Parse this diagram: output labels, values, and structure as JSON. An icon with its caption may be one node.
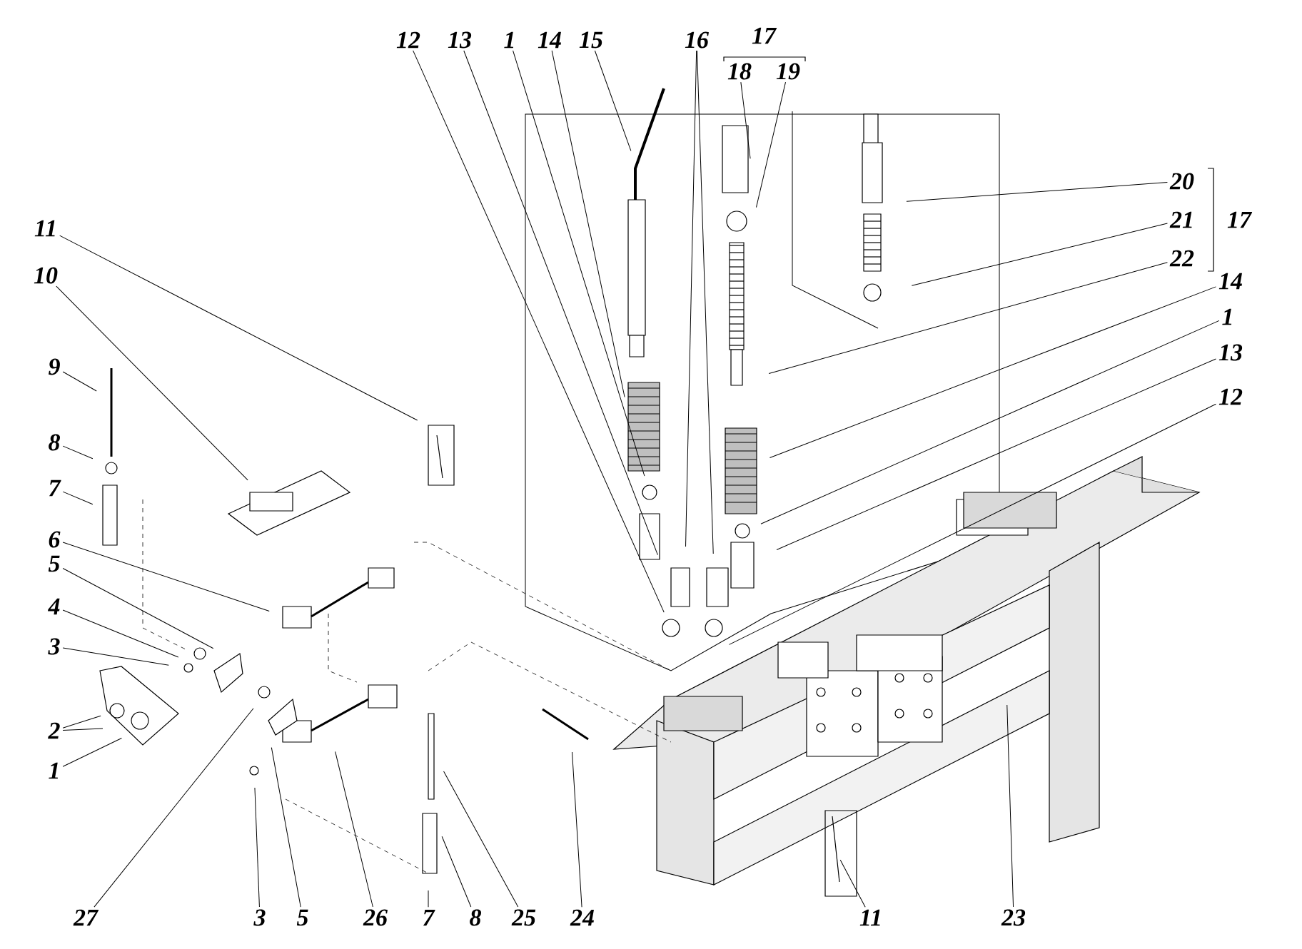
{
  "diagram": {
    "nodes": [
      {
        "text": [
          "12"
        ]
      },
      {
        "text": [
          "13"
        ]
      },
      {
        "text": [
          "1"
        ]
      },
      {
        "text": [
          "14"
        ]
      },
      {
        "text": [
          "15"
        ]
      },
      {
        "text": [
          "16"
        ]
      },
      {
        "text": [
          "18"
        ]
      },
      {
        "text": [
          "19"
        ]
      },
      {
        "text": [
          "20"
        ]
      },
      {
        "text": [
          "21"
        ]
      },
      {
        "text": [
          "22"
        ]
      },
      {
        "text": [
          "14"
        ]
      },
      {
        "text": [
          "1"
        ]
      },
      {
        "text": [
          "13"
        ]
      },
      {
        "text": [
          "12"
        ]
      },
      {
        "text": [
          "11"
        ]
      },
      {
        "text": [
          "10"
        ]
      },
      {
        "text": [
          "9"
        ]
      },
      {
        "text": [
          "8"
        ]
      },
      {
        "text": [
          "7"
        ]
      },
      {
        "text": [
          "6"
        ]
      },
      {
        "text": [
          "5"
        ]
      },
      {
        "text": [
          "4"
        ]
      },
      {
        "text": [
          "3"
        ]
      },
      {
        "text": [
          "2"
        ]
      },
      {
        "text": [
          "1"
        ]
      },
      {
        "text": [
          "27"
        ]
      },
      {
        "text": [
          "3"
        ]
      },
      {
        "text": [
          "5"
        ]
      },
      {
        "text": [
          "26"
        ]
      },
      {
        "text": [
          "7"
        ]
      },
      {
        "text": [
          "8"
        ]
      },
      {
        "text": [
          "25"
        ]
      },
      {
        "text": [
          "24"
        ]
      },
      {
        "text": [
          "11"
        ]
      },
      {
        "text": [
          "23"
        ]
      }
    ],
    "edges": [
      {
        "from": 0,
        "to": null,
        "arrow": "none"
      },
      {
        "from": 1,
        "to": null,
        "arrow": "none"
      },
      {
        "from": 2,
        "to": null,
        "arrow": "none"
      },
      {
        "from": 3,
        "to": null,
        "arrow": "none"
      },
      {
        "from": 4,
        "to": null,
        "arrow": "none"
      },
      {
        "from": 5,
        "to": null,
        "arrow": "none"
      },
      {
        "from": 5,
        "to": null,
        "arrow": "none"
      },
      {
        "from": 6,
        "to": null,
        "arrow": "none"
      },
      {
        "from": 7,
        "to": null,
        "arrow": "none"
      },
      {
        "from": 8,
        "to": null,
        "arrow": "none"
      },
      {
        "from": 9,
        "to": null,
        "arrow": "none"
      },
      {
        "from": 10,
        "to": null,
        "arrow": "none"
      },
      {
        "from": 11,
        "to": null,
        "arrow": "none"
      },
      {
        "from": 12,
        "to": null,
        "arrow": "none"
      },
      {
        "from": 13,
        "to": null,
        "arrow": "none"
      },
      {
        "from": 14,
        "to": null,
        "arrow": "none"
      },
      {
        "from": 15,
        "to": null,
        "arrow": "none"
      },
      {
        "from": 16,
        "to": null,
        "arrow": "none"
      },
      {
        "from": 17,
        "to": null,
        "arrow": "none"
      },
      {
        "from": 18,
        "to": null,
        "arrow": "none"
      },
      {
        "from": 19,
        "to": null,
        "arrow": "none"
      },
      {
        "from": 20,
        "to": null,
        "arrow": "none"
      },
      {
        "from": 21,
        "to": null,
        "arrow": "none"
      },
      {
        "from": 22,
        "to": null,
        "arrow": "none"
      },
      {
        "from": 23,
        "to": null,
        "arrow": "none"
      },
      {
        "from": 24,
        "to": null,
        "arrow": "none"
      },
      {
        "from": 24,
        "to": null,
        "arrow": "none"
      },
      {
        "from": 25,
        "to": null,
        "arrow": "none"
      },
      {
        "from": 26,
        "to": null,
        "arrow": "none"
      },
      {
        "from": 27,
        "to": null,
        "arrow": "none"
      },
      {
        "from": 28,
        "to": null,
        "arrow": "none"
      },
      {
        "from": 29,
        "to": null,
        "arrow": "none"
      },
      {
        "from": 30,
        "to": null,
        "arrow": "none"
      },
      {
        "from": 31,
        "to": null,
        "arrow": "none"
      },
      {
        "from": 32,
        "to": null,
        "arrow": "none"
      },
      {
        "from": 33,
        "to": null,
        "arrow": "none"
      },
      {
        "from": 34,
        "to": null,
        "arrow": "none"
      },
      {
        "from": 35,
        "to": null,
        "arrow": "none"
      }
    ],
    "labels": [
      "17",
      "17"
    ]
  }
}
